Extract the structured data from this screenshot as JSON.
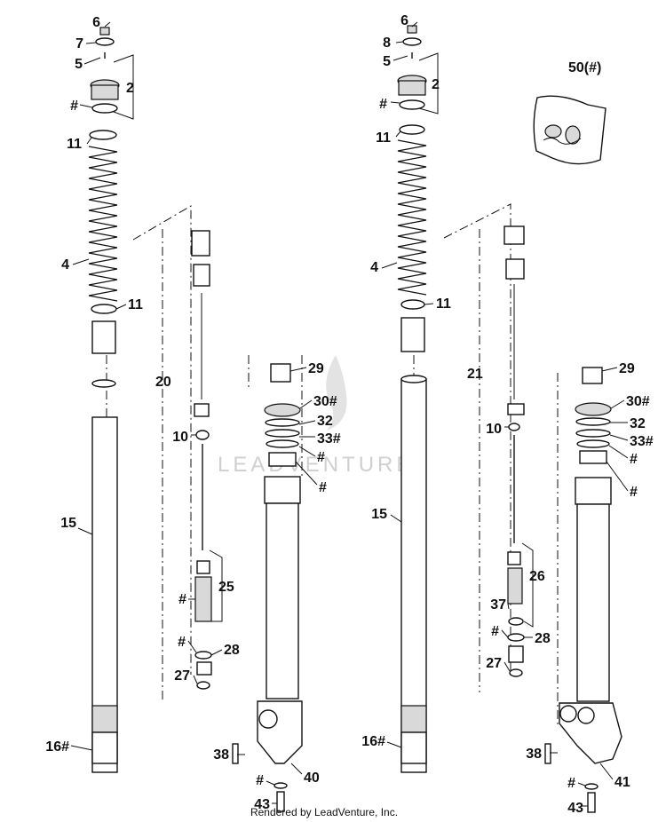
{
  "watermark": "LEADVENTURE",
  "footer": "Rendered by LeadVenture, Inc.",
  "left_fork": {
    "c6": "6",
    "c7": "7",
    "c5": "5",
    "c2": "2",
    "hash_top": "#",
    "c11_top": "11",
    "c4": "4",
    "c11_mid": "11",
    "c20": "20",
    "c15": "15",
    "c10": "10",
    "c25": "25",
    "hash_valve": "#",
    "hash_ring": "#",
    "c28": "28",
    "c27": "27",
    "c16": "16#",
    "c29": "29",
    "c30": "30#",
    "c32": "32",
    "c33": "33#",
    "hash_seal1": "#",
    "hash_seal2": "#",
    "c38": "38",
    "hash_washer": "#",
    "c40": "40",
    "c43": "43"
  },
  "right_fork": {
    "c6": "6",
    "c8": "8",
    "c5": "5",
    "c2": "2",
    "hash_top": "#",
    "c11_top": "11",
    "c4": "4",
    "c11_mid": "11",
    "c21": "21",
    "c15": "15",
    "c10": "10",
    "c26": "26",
    "c37": "37",
    "hash_ring": "#",
    "c28": "28",
    "c27": "27",
    "c16": "16#",
    "c29": "29",
    "c30": "30#",
    "c32": "32",
    "c33": "33#",
    "hash_seal1": "#",
    "hash_seal2": "#",
    "c38": "38",
    "hash_washer": "#",
    "c41": "41",
    "c43": "43"
  },
  "decal": {
    "label": "50(#)"
  }
}
